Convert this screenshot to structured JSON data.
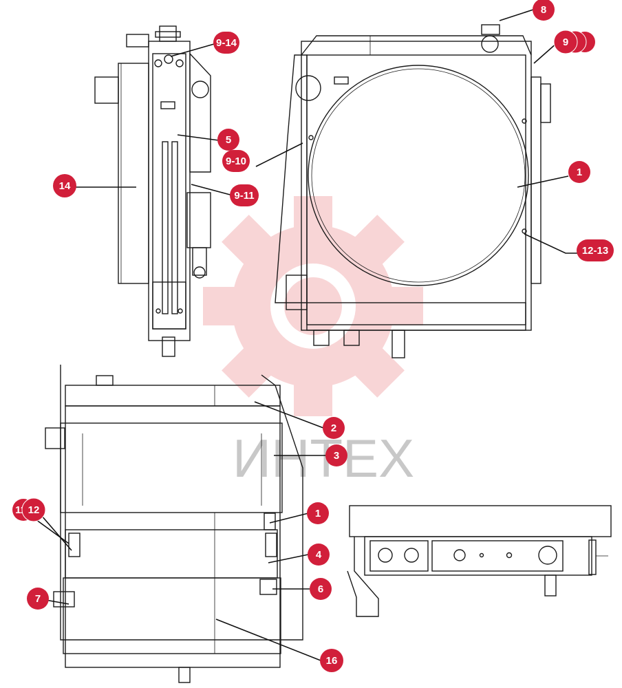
{
  "colors": {
    "callout": "#d11f3a",
    "watermark": "#f4b3b6",
    "line": "#1a1a1a"
  },
  "watermark": {
    "text": "ИНТЕХ"
  },
  "callouts": [
    {
      "id": "8",
      "text": "8"
    },
    {
      "id": "9",
      "text": "9"
    },
    {
      "id": "9-14",
      "text": "9-14"
    },
    {
      "id": "5",
      "text": "5"
    },
    {
      "id": "9-10",
      "text": "9-10"
    },
    {
      "id": "14",
      "text": "14"
    },
    {
      "id": "9-11",
      "text": "9-11"
    },
    {
      "id": "1a",
      "text": "1"
    },
    {
      "id": "12-13",
      "text": "12-13"
    },
    {
      "id": "2",
      "text": "2"
    },
    {
      "id": "3",
      "text": "3"
    },
    {
      "id": "11",
      "text": "11"
    },
    {
      "id": "12",
      "text": "12"
    },
    {
      "id": "1b",
      "text": "1"
    },
    {
      "id": "4",
      "text": "4"
    },
    {
      "id": "6",
      "text": "6"
    },
    {
      "id": "7",
      "text": "7"
    },
    {
      "id": "16",
      "text": "16"
    }
  ]
}
